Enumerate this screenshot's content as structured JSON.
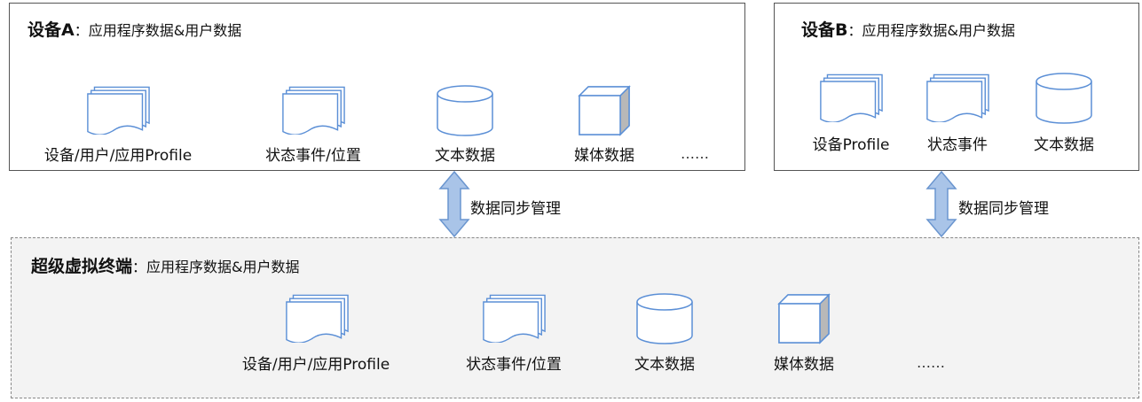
{
  "device_a": {
    "name": "设备A",
    "suffix": "：应用程序数据&用户数据",
    "items": [
      "设备/用户/应用Profile",
      "状态事件/位置",
      "文本数据",
      "媒体数据"
    ],
    "more": "……"
  },
  "device_b": {
    "name": "设备B",
    "suffix": "：应用程序数据&用户数据",
    "items": [
      "设备Profile",
      "状态事件",
      "文本数据"
    ]
  },
  "super_terminal": {
    "name": "超级虚拟终端",
    "suffix": "：应用程序数据&用户数据",
    "items": [
      "设备/用户/应用Profile",
      "状态事件/位置",
      "文本数据",
      "媒体数据"
    ],
    "more": "……"
  },
  "sync_label_a": "数据同步管理",
  "sync_label_b": "数据同步管理",
  "colors": {
    "icon_stroke": "#5b8fd6",
    "arrow_fill": "#a9c4e8",
    "arrow_stroke": "#6a95cf",
    "cube_side": "#b8b8b8"
  }
}
